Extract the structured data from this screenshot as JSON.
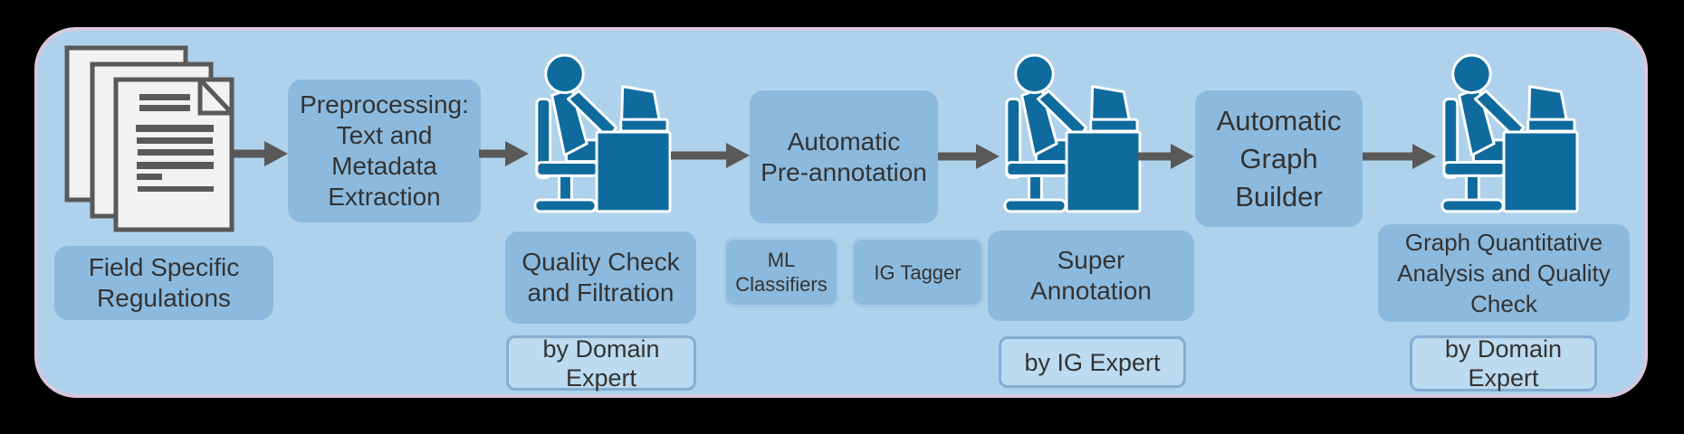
{
  "diagram": {
    "description": "Annotation pipeline flowchart for field specific regulations processing",
    "colors": {
      "outer_background": "#000000",
      "canvas_fill": "#aed2ec",
      "canvas_border": "#d8c7dc",
      "stage_box_fill": "#8cbade",
      "sub_box_fill": "#8cbade",
      "sub_box_border": "#a5cae7",
      "by_box_fill": "#bcdaf0",
      "by_box_border": "#84add0",
      "person_icon_blue": "#0f6b9d",
      "document_fill": "#f2f2f2",
      "document_stroke": "#595959",
      "arrow": "#595959",
      "text": "#333333"
    },
    "pipeline_steps": [
      {
        "stage": "Field Specific Regulations",
        "icon": "documents-icon"
      },
      {
        "stage": "Preprocessing: Text and Metadata Extraction"
      },
      {
        "stage": "Quality Check and Filtration",
        "by": "by Domain Expert",
        "icon": "person-at-desk-icon"
      },
      {
        "stage": "Automatic Pre-annotation",
        "components": [
          "ML Classifiers",
          "IG Tagger"
        ]
      },
      {
        "stage": "Super Annotation",
        "by": "by IG Expert",
        "icon": "person-at-desk-icon"
      },
      {
        "stage": "Automatic Graph Builder"
      },
      {
        "stage": "Graph Quantitative Analysis and Quality Check",
        "by": "by Domain Expert",
        "icon": "person-at-desk-icon"
      }
    ]
  },
  "labels": {
    "field_regulations": "Field Specific\nRegulations",
    "preprocessing": "Preprocessing:\nText and\nMetadata\nExtraction",
    "quality_check": "Quality Check\nand Filtration",
    "by_domain_expert_1": "by Domain\nExpert",
    "pre_annotation": "Automatic\nPre-annotation",
    "ml_classifiers": "ML\nClassifiers",
    "ig_tagger": "IG Tagger",
    "super_annotation": "Super\nAnnotation",
    "by_ig_expert": "by IG Expert",
    "graph_builder": "Automatic\nGraph\nBuilder",
    "graph_quant": "Graph Quantitative\nAnalysis and Quality\nCheck",
    "by_domain_expert_2": "by Domain\nExpert"
  }
}
